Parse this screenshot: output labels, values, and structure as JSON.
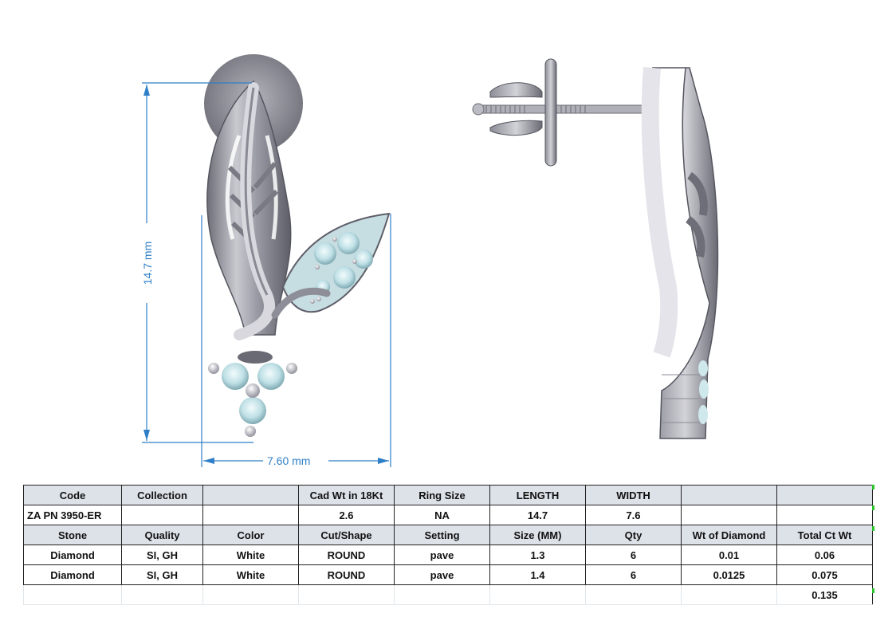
{
  "drawing": {
    "front_view": {
      "height_dimension": "14.7 mm",
      "width_dimension": "7.60 mm"
    },
    "side_view": {}
  },
  "colors": {
    "dimension_line": "#2f7fc8",
    "header_fill": "#dde2e9",
    "metal": "#9c9ca6",
    "diamond": "#cfe8ec"
  },
  "spec_table": {
    "header_row_1": [
      "Code",
      "Collection",
      "",
      "Cad Wt in 18Kt",
      "Ring Size",
      "LENGTH",
      "WIDTH",
      "",
      ""
    ],
    "value_row_1": [
      "ZA PN 3950-ER",
      "",
      "",
      "2.6",
      "NA",
      "14.7",
      "7.6",
      "",
      ""
    ],
    "header_row_2": [
      "Stone",
      "Quality",
      "Color",
      "Cut/Shape",
      "Setting",
      "Size (MM)",
      "Qty",
      "Wt of Diamond",
      "Total Ct Wt"
    ],
    "stone_rows": [
      [
        "Diamond",
        "SI, GH",
        "White",
        "ROUND",
        "pave",
        "1.3",
        "6",
        "0.01",
        "0.06"
      ],
      [
        "Diamond",
        "SI, GH",
        "White",
        "ROUND",
        "pave",
        "1.4",
        "6",
        "0.0125",
        "0.075"
      ]
    ],
    "total_row": [
      "",
      "",
      "",
      "",
      "",
      "",
      "",
      "",
      "0.135"
    ]
  }
}
